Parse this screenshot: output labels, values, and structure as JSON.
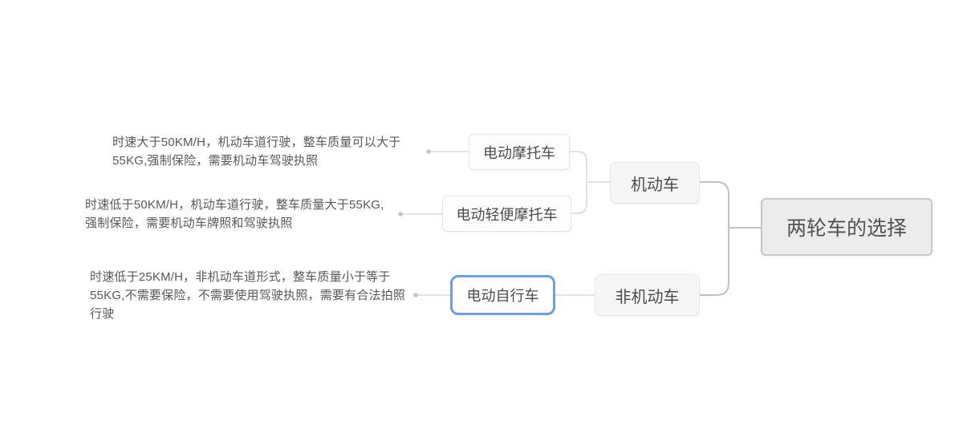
{
  "app": {
    "type": "mindmap",
    "background": "#ffffff"
  },
  "colors": {
    "root_bg": "#ececec",
    "root_border": "#c8c8c8",
    "branch_bg": "#f6f6f6",
    "branch_border": "#e7e7e7",
    "leaf_bg": "#fdfdfd",
    "leaf_border": "#e5e5e5",
    "selected_accent": "#6f9fd8",
    "line_primary": "#c2c2c2",
    "line_secondary": "#d9d9d9",
    "note_line": "#d4d4d4",
    "topic_text": "#4c4c4c",
    "note_text": "#595959"
  },
  "mindmap": {
    "root": {
      "label": "两轮车的选择"
    },
    "branches": [
      {
        "label": "机动车",
        "children": [
          {
            "label": "电动摩托车",
            "selected": false,
            "note": "时速大于50KM/H，机动车道行驶，整车质量可以大于55KG,强制保险，需要机动车驾驶执照"
          },
          {
            "label": "电动轻便摩托车",
            "selected": false,
            "note": "时速低于50KM/H，机动车道行驶，整车质量大于55KG,强制保险，需要机动车牌照和驾驶执照"
          }
        ]
      },
      {
        "label": "非机动车",
        "children": [
          {
            "label": "电动自行车",
            "selected": true,
            "note": "时速低于25KM/H，非机动车道形式，整车质量小于等于55KG,不需要保险，不需要使用驾驶执照，需要有合法拍照行驶"
          }
        ]
      }
    ]
  }
}
